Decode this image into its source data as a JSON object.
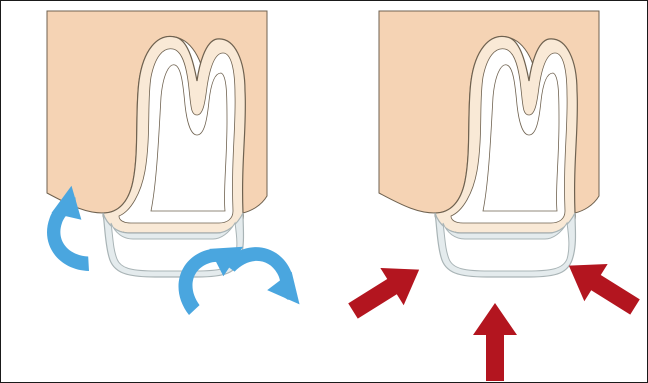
{
  "colors": {
    "frame": "#1a1a1a",
    "background": "#ffffff",
    "bone": "#f5d3b4",
    "enamel_layer": "#f9e9d6",
    "tooth_outline": "#6f6250",
    "root_surface_outline": "#a9b4b6",
    "root_surface_fill": "#e4ebed",
    "blue_arrow": "#4aa6df",
    "red_arrow": "#b3151f"
  },
  "panels": [
    {
      "id": "left",
      "arrow_style": "curved-outward",
      "arrow_color": "blue_arrow",
      "arrow_count": 3
    },
    {
      "id": "right",
      "arrow_style": "straight-inward",
      "arrow_color": "red_arrow",
      "arrow_count": 3
    }
  ]
}
